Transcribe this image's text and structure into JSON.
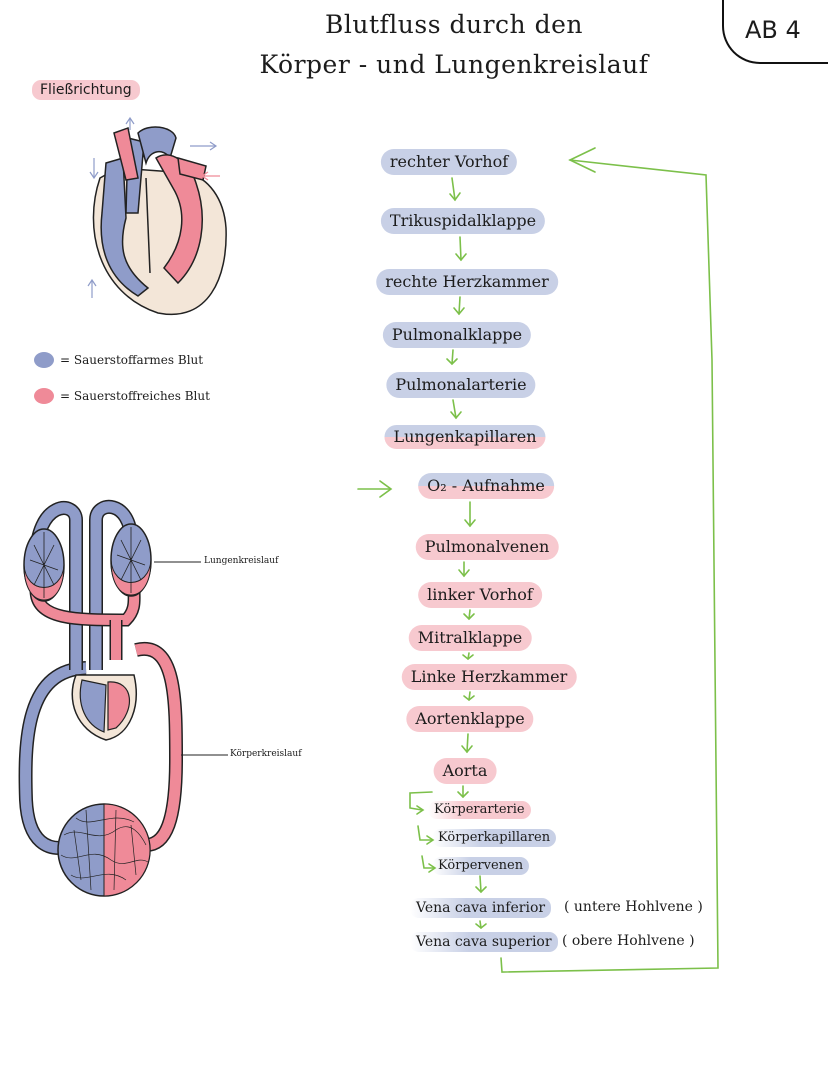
{
  "title": {
    "line1": "Blutfluss durch den",
    "line2": "Körper - und Lungenkreislauf"
  },
  "corner_label": "AB 4",
  "flow_direction_label": "Fließrichtung",
  "legend": {
    "deoxygenated": "= Sauerstoffarmes Blut",
    "oxygenated": "= Sauerstoffreiches Blut",
    "deoxygenated_color": "#8f9cc9",
    "oxygenated_color": "#ef8a98"
  },
  "circulation": {
    "pulmonary_label": "Lungenkreislauf",
    "systemic_label": "Körperkreislauf"
  },
  "steps": [
    "rechter Vorhof",
    "Trikuspidalklappe",
    "rechte Herzkammer",
    "Pulmonalklappe",
    "Pulmonalarterie",
    "Lungenkapillaren",
    "O₂ - Aufnahme",
    "Pulmonalvenen",
    "linker Vorhof",
    "Mitralklappe",
    "Linke Herzkammer",
    "Aortenklappe",
    "Aorta"
  ],
  "branches": [
    "Körperarterie",
    "Körperkapillaren",
    "Körpervenen"
  ],
  "venae": {
    "inferior": "Vena cava inferior",
    "inferior_note": "( untere Hohlvene )",
    "superior": "Vena cava superior",
    "superior_note": "( obere Hohlvene )"
  },
  "colors": {
    "arrow_green": "#7cc04a",
    "blue_fill": "#c8d0e6",
    "pink_fill": "#f7c9cf",
    "blood_blue": "#8f9cc9",
    "blood_red": "#ef8a98"
  }
}
